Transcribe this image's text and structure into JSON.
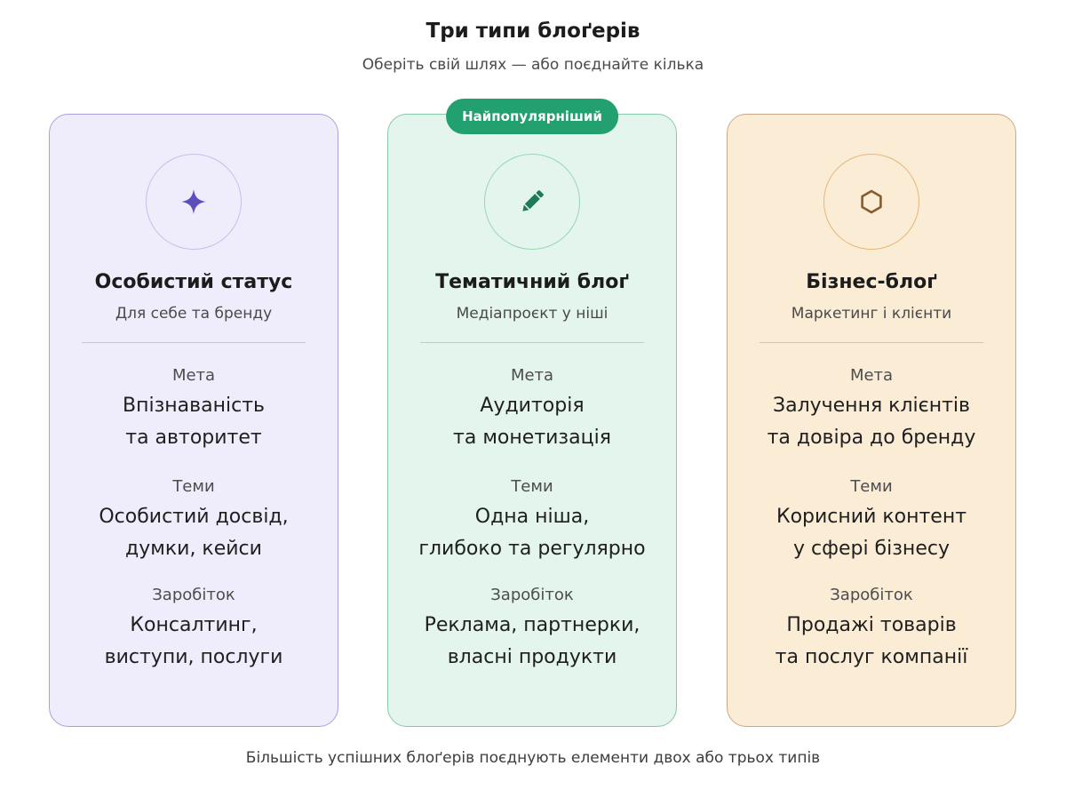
{
  "header": {
    "title": "Три типи блоґерів",
    "subtitle": "Оберіть свій шлях — або поєднайте кілька"
  },
  "cards": [
    {
      "icon": "sparkle-icon",
      "accent": "#5b4fc0",
      "title": "Особистий статус",
      "subtitle": "Для себе та бренду",
      "goal_label": "Мета",
      "goal_line1": "Впізнаваність",
      "goal_line2": "та авторитет",
      "topics_label": "Теми",
      "topics_line1": "Особистий досвід,",
      "topics_line2": "думки, кейси",
      "earnings_label": "Заробіток",
      "earnings_line1": "Консалтинг,",
      "earnings_line2": "виступи, послуги"
    },
    {
      "icon": "pencil-icon",
      "accent": "#1f7a58",
      "badge": "Найпопулярніший",
      "title": "Тематичний блоґ",
      "subtitle": "Медіапроєкт у ніші",
      "goal_label": "Мета",
      "goal_line1": "Аудиторія",
      "goal_line2": "та монетизація",
      "topics_label": "Теми",
      "topics_line1": "Одна ніша,",
      "topics_line2": "глибоко та регулярно",
      "earnings_label": "Заробіток",
      "earnings_line1": "Реклама, партнерки,",
      "earnings_line2": "власні продукти"
    },
    {
      "icon": "hexagon-icon",
      "accent": "#8a5a2e",
      "title": "Бізнес-блоґ",
      "subtitle": "Маркетинг і клієнти",
      "goal_label": "Мета",
      "goal_line1": "Залучення клієнтів",
      "goal_line2": "та довіра до бренду",
      "topics_label": "Теми",
      "topics_line1": "Корисний контент",
      "topics_line2": "у сфері бізнесу",
      "earnings_label": "Заробіток",
      "earnings_line1": "Продажі товарів",
      "earnings_line2": "та послуг компанії"
    }
  ],
  "footer": {
    "note": "Більшість успішних блоґерів поєднують елементи двох або трьох типів"
  },
  "colors": {
    "badge": "#23a06f",
    "violet_bg": "#efedfc",
    "green_bg": "#e3f5ec",
    "orange_bg": "#fbecd6"
  }
}
